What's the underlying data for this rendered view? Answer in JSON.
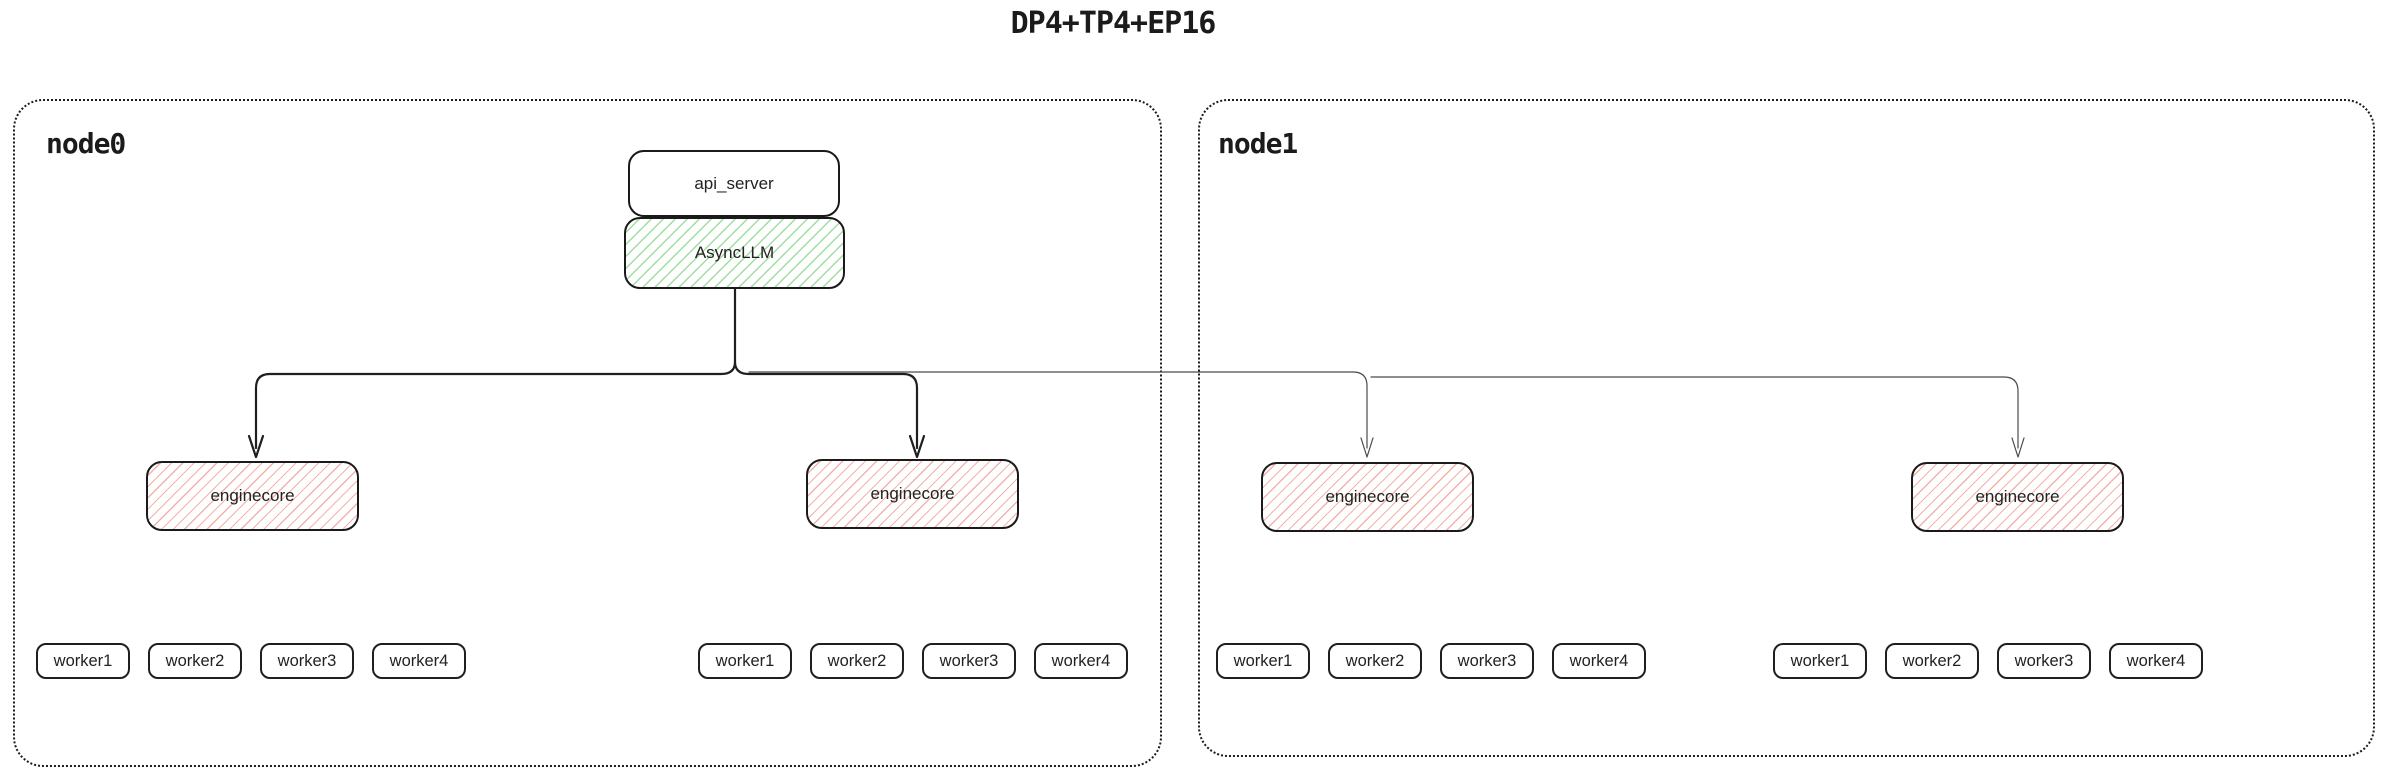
{
  "title": "DP4+TP4+EP16",
  "colors": {
    "box_border": "#1a1a1a",
    "green_hatch": "#9fdf9f",
    "red_hatch": "#f1b3aa",
    "bold_line": "#1f1f1f",
    "thin_line": "#4a4a4a"
  },
  "node0": {
    "label": "node0",
    "api_server": {
      "label": "api_server"
    },
    "async_llm": {
      "label": "AsyncLLM"
    },
    "enginecores": [
      {
        "label": "enginecore"
      },
      {
        "label": "enginecore"
      }
    ],
    "worker_groups": [
      {
        "workers": [
          "worker1",
          "worker2",
          "worker3",
          "worker4"
        ]
      },
      {
        "workers": [
          "worker1",
          "worker2",
          "worker3",
          "worker4"
        ]
      }
    ]
  },
  "node1": {
    "label": "node1",
    "enginecores": [
      {
        "label": "enginecore"
      },
      {
        "label": "enginecore"
      }
    ],
    "worker_groups": [
      {
        "workers": [
          "worker1",
          "worker2",
          "worker3",
          "worker4"
        ]
      },
      {
        "workers": [
          "worker1",
          "worker2",
          "worker3",
          "worker4"
        ]
      }
    ]
  }
}
